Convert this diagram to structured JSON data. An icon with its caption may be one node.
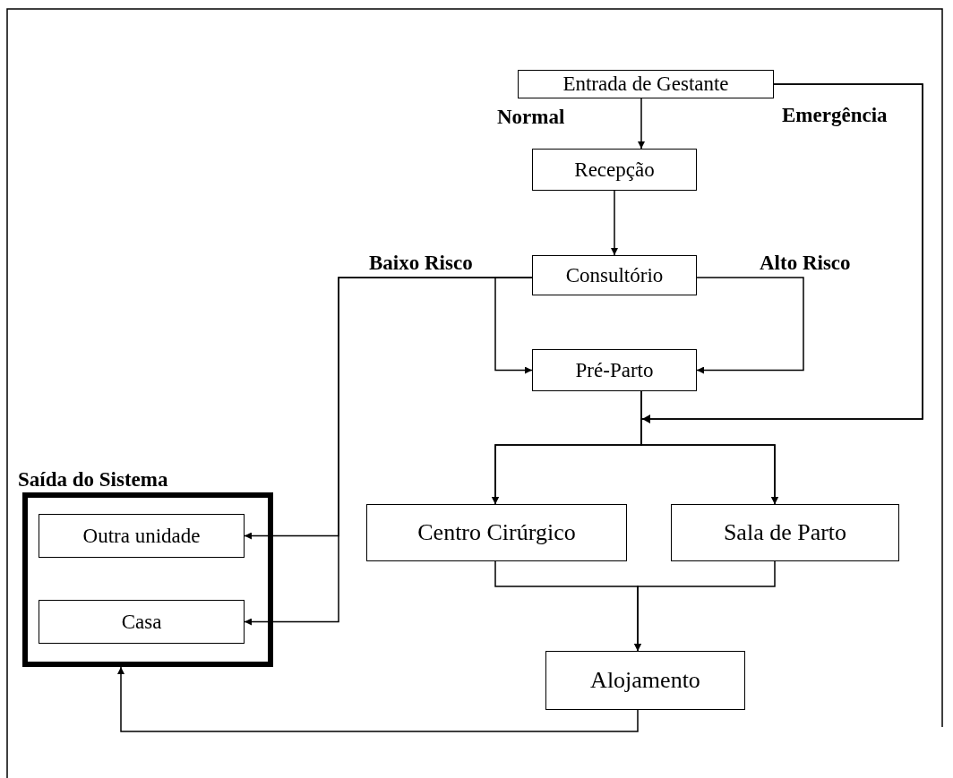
{
  "diagram": {
    "nodes": [
      {
        "text": [
          "Entrada de Gestante"
        ]
      },
      {
        "text": [
          "Recepção"
        ]
      },
      {
        "text": [
          "Consultório"
        ]
      },
      {
        "text": [
          "Pré-Parto"
        ]
      },
      {
        "text": [
          "Centro Cirúrgico"
        ]
      },
      {
        "text": [
          "Sala de Parto"
        ]
      },
      {
        "text": [
          "Alojamento"
        ]
      },
      {
        "text": [
          "Saída do Sistema"
        ]
      },
      {
        "text": [
          "Outra unidade"
        ],
        "in": 7
      },
      {
        "text": [
          "Casa"
        ],
        "in": 7
      }
    ],
    "edges": [
      {
        "from": 0,
        "to": 1,
        "arrow": "to",
        "label": "Normal"
      },
      {
        "from": 1,
        "to": 2,
        "arrow": "to"
      },
      {
        "from": 2,
        "to": 3,
        "arrow": "to"
      },
      {
        "from": 2,
        "to": 3,
        "arrow": "to",
        "label": "Alto Risco"
      },
      {
        "from": 2,
        "to": 8,
        "arrow": "to",
        "label": "Baixo Risco"
      },
      {
        "from": 2,
        "to": 9,
        "arrow": "to"
      },
      {
        "from": 3,
        "to": 4,
        "arrow": "to"
      },
      {
        "from": 3,
        "to": 5,
        "arrow": "to"
      },
      {
        "from": 0,
        "to": 4,
        "arrow": "to",
        "label": "Emergência"
      },
      {
        "from": 0,
        "to": 5,
        "arrow": "to"
      },
      {
        "from": 4,
        "to": 6,
        "arrow": "to"
      },
      {
        "from": 5,
        "to": 6,
        "arrow": "to"
      },
      {
        "from": 6,
        "to": 7,
        "arrow": "to"
      }
    ]
  }
}
